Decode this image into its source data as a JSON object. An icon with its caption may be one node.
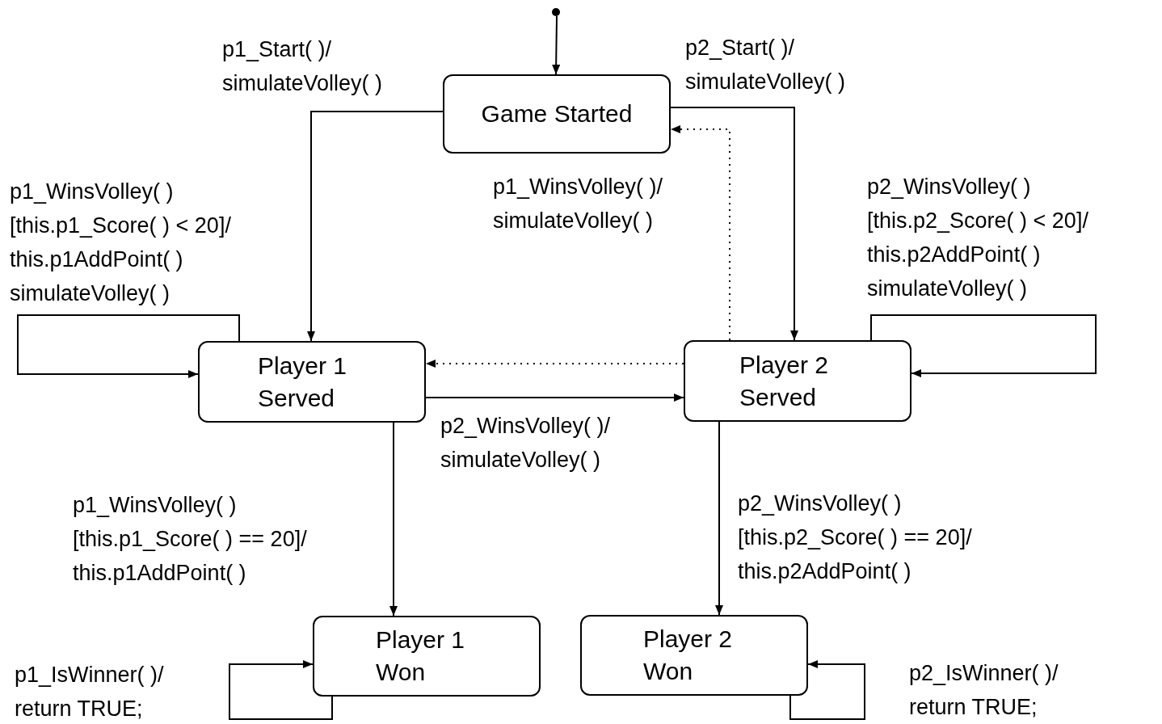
{
  "diagram": {
    "nodes": [
      {
        "text": [],
        "shape": "circle"
      },
      {
        "text": [
          "Game Started"
        ]
      },
      {
        "text": [
          "Player 1 Served"
        ]
      },
      {
        "text": [
          "Player 2 Served"
        ]
      },
      {
        "text": [
          "Player 1 Won"
        ]
      },
      {
        "text": [
          "Player 2 Won"
        ]
      }
    ],
    "edges": [
      {
        "from": 0,
        "to": 1,
        "arrow": "to"
      },
      {
        "from": 1,
        "to": 2,
        "arrow": "to",
        "label": "p1_Start( )/ simulateVolley( )"
      },
      {
        "from": 1,
        "to": 3,
        "arrow": "to",
        "label": "p2_Start( )/ simulateVolley( )"
      },
      {
        "from": 3,
        "to": 1,
        "arrow": "to",
        "style": "dashed",
        "label": "p1_WinsVolley( )/ simulateVolley( )"
      },
      {
        "from": 3,
        "to": 2,
        "arrow": "to",
        "style": "dashed"
      },
      {
        "from": 2,
        "to": 3,
        "arrow": "to",
        "label": "p2_WinsVolley( )/ simulateVolley( )"
      },
      {
        "from": 2,
        "to": 2,
        "arrow": "to",
        "label": "p1_WinsVolley( ) [this.p1_Score( ) < 20]/ this.p1AddPoint( ) simulateVolley( )"
      },
      {
        "from": 3,
        "to": 3,
        "arrow": "to",
        "label": "p2_WinsVolley( ) [this.p2_Score( ) < 20]/ this.p2AddPoint( ) simulateVolley( )"
      },
      {
        "from": 2,
        "to": 4,
        "arrow": "to",
        "label": "p1_WinsVolley( ) [this.p1_Score( ) == 20]/ this.p1AddPoint( )"
      },
      {
        "from": 3,
        "to": 5,
        "arrow": "to",
        "label": "p2_WinsVolley( ) [this.p2_Score( ) == 20]/ this.p2AddPoint( )"
      },
      {
        "from": 4,
        "to": 4,
        "arrow": "to",
        "label": "p1_IsWinner( )/ return TRUE;"
      },
      {
        "from": 5,
        "to": 5,
        "arrow": "to",
        "label": "p2_IsWinner( )/ return TRUE;"
      }
    ]
  }
}
